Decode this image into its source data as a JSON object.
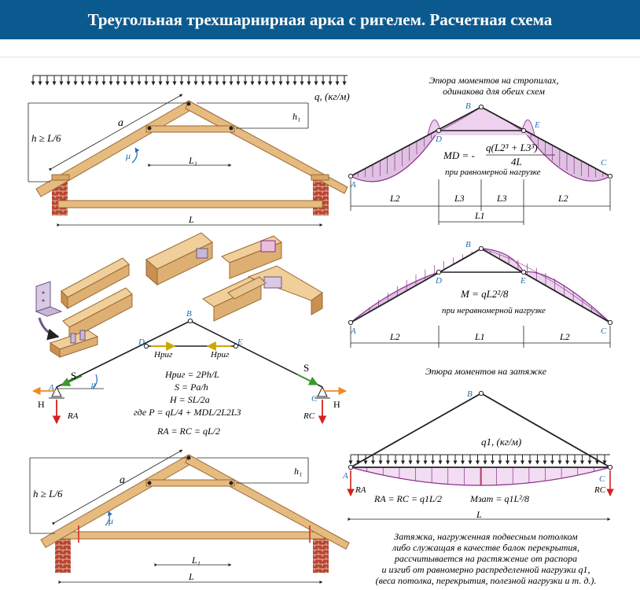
{
  "page": {
    "title": "Треугольная трехшарнирная арка с ригелем. Расчетная схема"
  },
  "roof_top": {
    "load": "q, (кг/м)",
    "h_label": "h ≥ L/6",
    "a_label": "a",
    "h1_label": "h₁",
    "mu_label": "μ",
    "L1_label": "L₁",
    "L_label": "L"
  },
  "roof_bottom": {
    "h_label": "h ≥ L/6",
    "a_label": "a",
    "h1_label": "h₁",
    "mu_label": "μ",
    "L1_label": "L₁",
    "L_label": "L"
  },
  "scheme": {
    "B": "B",
    "D": "D",
    "E": "E",
    "A": "A",
    "C": "C",
    "S_left": "S",
    "S_right": "S",
    "mu": "μ",
    "H_left": "H",
    "H_right": "H",
    "Hrig_left": "Hриг",
    "Hrig_right": "Hриг",
    "RA": "RA",
    "RC": "RC",
    "formulas": [
      "Hриг = 2Ph/L",
      "S = Pa/h",
      "H = SL/2a",
      "где P = qL/4 + MDL/2L2L3"
    ],
    "reactions": "RA = RC = qL/2"
  },
  "diagram1": {
    "title_line1": "Эпюра моментов на стропилах,",
    "title_line2": "одинакова для обеих схем",
    "B": "B",
    "D": "D",
    "E": "E",
    "A": "A",
    "C": "C",
    "formula_lhs": "MD = -",
    "formula_num": "q(L2³ + L3³)",
    "formula_den": "4L",
    "condition": "при равномерной нагрузке",
    "dims": [
      "L2",
      "L3",
      "L3",
      "L2"
    ],
    "L1": "L1"
  },
  "diagram2": {
    "B": "B",
    "D": "D",
    "E": "E",
    "A": "A",
    "C": "C",
    "formula": "M = qL2²/8",
    "condition": "при неравномерной нагрузке",
    "dims": [
      "L2",
      "L1",
      "L2"
    ]
  },
  "diagram3": {
    "title": "Эпюра моментов на затяжке",
    "B": "B",
    "A": "A",
    "C": "C",
    "load": "q1, (кг/м)",
    "RA": "RA",
    "RC": "RC",
    "reactions": "RA = RC = q1L/2",
    "moment": "Mзат = q1L²/8",
    "L": "L"
  },
  "note": {
    "lines": [
      "Затяжка, нагруженная подвесным потолком",
      "либо служащая в качестве балок перекрытия,",
      "рассчитывается на растяжение от распора",
      "и изгиб от равномерно распределенной нагрузки q1,",
      "(веса потолка, перекрытия, полезной нагрузки и т. д.)."
    ]
  },
  "colors": {
    "header": "#0b5a8f",
    "wood": "#e6bb80",
    "wood_dark": "#9a6a34",
    "brick": "#b8432f",
    "moment_fill": "#8b2f8f",
    "arrow_red": "#d42020",
    "arrow_orange": "#f08a1e",
    "arrow_green": "#3a9a2a",
    "arrow_yellow": "#e4c71a"
  }
}
